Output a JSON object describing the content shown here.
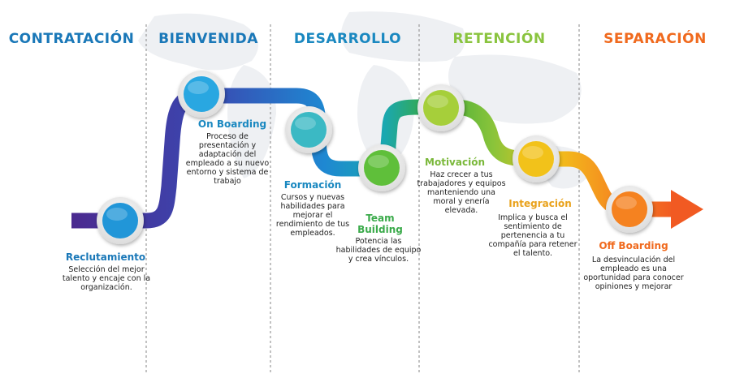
{
  "phases": [
    {
      "label": "CONTRATACIÓN",
      "color": "#1a78b8"
    },
    {
      "label": "BIENVENIDA",
      "color": "#1a78b8"
    },
    {
      "label": "DESARROLLO",
      "color": "#1a88c0"
    },
    {
      "label": "RETENCIÓN",
      "color": "#8ac43f"
    },
    {
      "label": "SEPARACIÓN",
      "color": "#f06a1e"
    }
  ],
  "stages": [
    {
      "title": "Reclutamiento",
      "title_color": "#1a78b8",
      "circle_color": "#2196d8",
      "description": "Selección del mejor talento y encaje con la organización."
    },
    {
      "title": "On Boarding",
      "title_color": "#1a88c0",
      "circle_color": "#29a7e1",
      "description": "Proceso de presentación y adaptación del empleado a su nuevo entorno y sistema de trabajo"
    },
    {
      "title": "Formación",
      "title_color": "#1a88c0",
      "circle_color": "#3bb9c4",
      "description": "Cursos y nuevas habilidades para mejorar el rendimiento de tus empleados."
    },
    {
      "title": "Team Building",
      "title_color": "#3aaa4a",
      "circle_color": "#5fbf3a",
      "description": "Potencia las habilidades de equipo y crea vínculos."
    },
    {
      "title": "Motivación",
      "title_color": "#7ab83a",
      "circle_color": "#a6cf3a",
      "description": "Haz crecer a tus trabajadores y equipos manteniendo una moral y enería elevada."
    },
    {
      "title": "Integración",
      "title_color": "#e9a21c",
      "circle_color": "#f2c21a",
      "description": "Implica y busca el sentimiento de pertenencia a tu compañía para retener el talento."
    },
    {
      "title": "Off Boarding",
      "title_color": "#f06a1e",
      "circle_color": "#f58220",
      "description": "La desvinculación del empleado es una oportunidad para conocer opiniones y mejorar"
    }
  ]
}
